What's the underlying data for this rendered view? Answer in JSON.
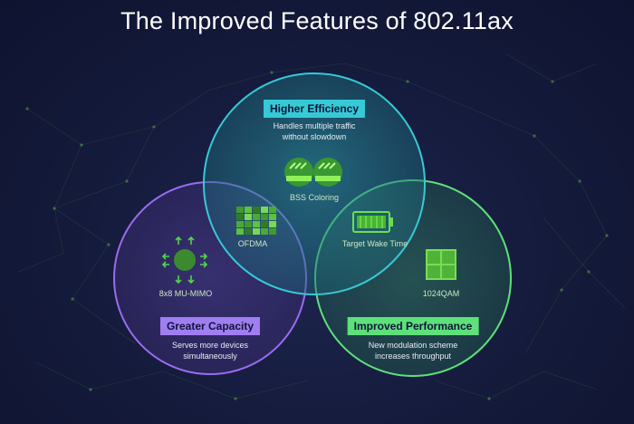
{
  "title": "The Improved Features of 802.11ax",
  "circles": {
    "efficiency": {
      "heading": "Higher Efficiency",
      "desc_line1": "Handles multiple traffic",
      "desc_line2": "without slowdown",
      "feature": "BSS Coloring",
      "color": "#36c9d6"
    },
    "capacity": {
      "heading": "Greater Capacity",
      "desc_line1": "Serves more devices",
      "desc_line2": "simultaneously",
      "feature": "8x8 MU-MIMO",
      "color": "#9a6cf0"
    },
    "performance": {
      "heading": "Improved Performance",
      "desc_line1": "New modulation scheme",
      "desc_line2": "increases throughput",
      "feature": "1024QAM",
      "color": "#5ee07a"
    }
  },
  "overlaps": {
    "efficiency_capacity": "OFDMA",
    "efficiency_performance": "Target Wake Time"
  },
  "accent_green": "#4fd23c"
}
